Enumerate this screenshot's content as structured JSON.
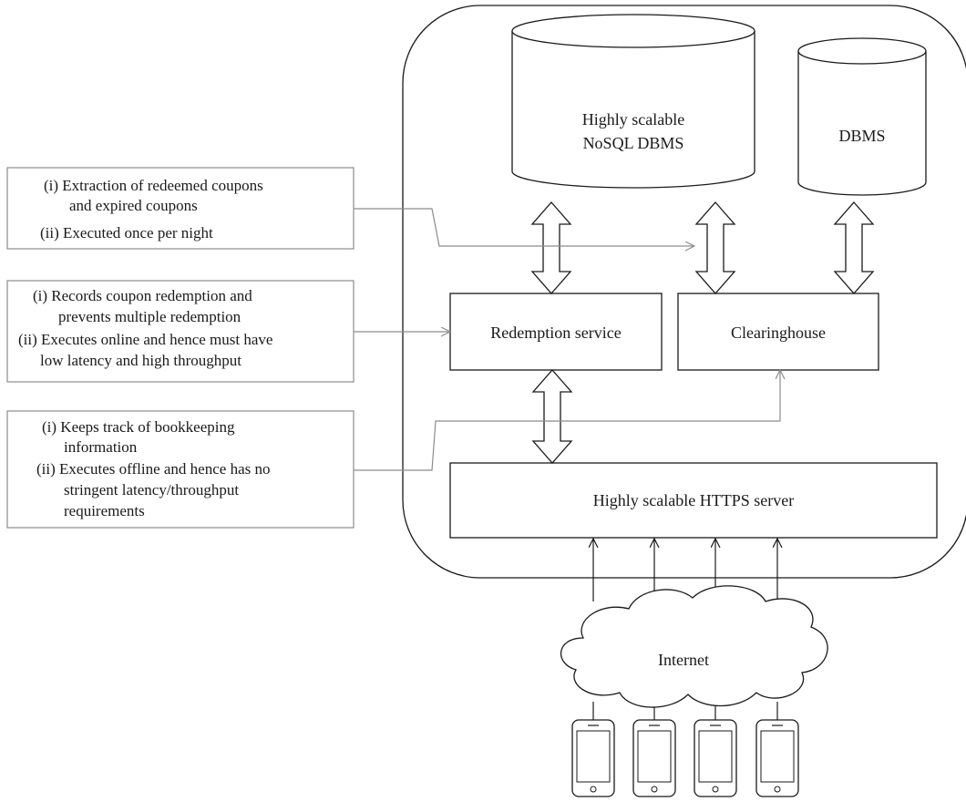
{
  "annotations": {
    "extraction": {
      "lines": [
        "(i) Extraction of redeemed coupons",
        "and expired coupons",
        "(ii) Executed once per night"
      ]
    },
    "redemption": {
      "lines": [
        "(i) Records coupon redemption and",
        "prevents multiple redemption",
        "(ii) Executes online and hence must have",
        "low latency and high throughput"
      ]
    },
    "bookkeeping": {
      "lines": [
        "(i) Keeps track of bookkeeping",
        "information",
        "(ii) Executes offline and hence has no",
        "stringent latency/throughput",
        "requirements"
      ]
    }
  },
  "databases": {
    "nosql": {
      "lines": [
        "Highly scalable",
        "NoSQL DBMS"
      ]
    },
    "dbms": {
      "lines": [
        "DBMS"
      ]
    }
  },
  "services": {
    "redemption": {
      "label": "Redemption service"
    },
    "clearinghouse": {
      "label": "Clearinghouse"
    },
    "https": {
      "label": "Highly scalable HTTPS server"
    }
  },
  "network": {
    "label": "Internet"
  },
  "devices": {
    "count": 4,
    "icon": "smartphone-icon"
  },
  "colors": {
    "stroke": "#1a1a1a",
    "annotation_stroke": "#8c8c8c"
  }
}
